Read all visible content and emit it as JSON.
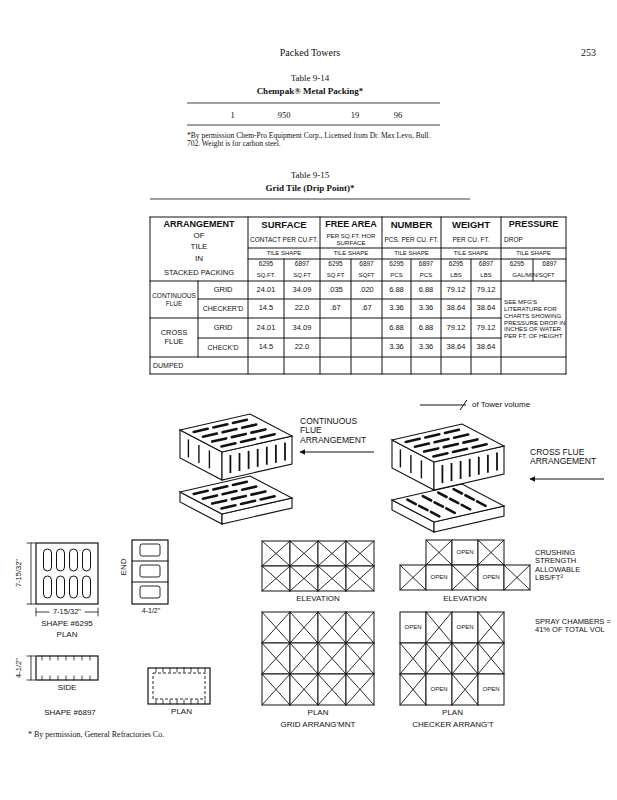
{
  "diagram": {
    "labels": [
      "Packed Towers",
      "253",
      "Table 9-14",
      "Chempak® Metal Packing*",
      "1",
      "950",
      "19",
      "96",
      "*By permission Chem-Pro Equipment Corp., Licensed from Dr. Max Levo, Bull. 702. Weight is for carbon steel.",
      "Table 9-15",
      "Grid Tile (Drip Point)*",
      "ARRANGEMENT",
      "OF",
      "TILE",
      "IN",
      "STACKED PACKING",
      "SURFACE",
      "CONTACT PER CU.FT.",
      "FREE AREA",
      "PER SQ.FT. HOR SURFACE",
      "NUMBER",
      "PCS. PER CU. FT.",
      "WEIGHT",
      "PER CU. FT.",
      "PRESSURE",
      "DROP",
      "TILE SHAPE",
      "TILE SHAPE",
      "TILE SHAPE",
      "TILE SHAPE",
      "TILE SHAPE",
      "6295",
      "6897",
      "6295",
      "6897",
      "6295",
      "6897",
      "6295",
      "6897",
      "6295",
      "6897",
      "SQ.FT.",
      "SQ.FT",
      "SQ FT",
      "SQFT",
      "PCS",
      "PCS",
      "LBS",
      "LBS",
      "GAL/MIN/SQFT",
      "CONTINUOUS FLUE",
      "GRID",
      "24.01",
      "34.09",
      ".035",
      ".020",
      "6.88",
      "6.88",
      "79.12",
      "79.12",
      "CHECKER'D",
      "14.5",
      "22.0",
      ".67",
      ".67",
      "3.36",
      "3.36",
      "38.64",
      "38.64",
      "SEE MFG'S LITERATURE FOR CHARTS SHOWING PRESSURE DROP IN INCHES OF WATER PER FT. OF HEIGHT",
      "CROSS FLUE",
      "GRID",
      "24.01",
      "34.09",
      "6.88",
      "6.88",
      "79.12",
      "79.12",
      "CHECK'D",
      "14.5",
      "22.0",
      "3.36",
      "3.36",
      "38.64",
      "38.64",
      "DUMPED",
      "of Tower volume",
      "CONTINUOUS FLUE ARRANGEMENT",
      "CROSS FLUE ARRANGEMENT",
      "7-15/32\"",
      "7-15/32\"",
      "SHAPE #6295",
      "PLAN",
      "4-1/2\"",
      "SIDE",
      "SHAPE #6897",
      "PLAN",
      "END",
      "4-1/2\"",
      "ELEVATION",
      "PLAN",
      "GRID ARRANG'MNT",
      "OPEN",
      "OPEN",
      "OPEN",
      "ELEVATION",
      "OPEN",
      "OPEN",
      "OPEN",
      "OPEN",
      "PLAN",
      "CHECKER ARRANG'T",
      "CRUSHING STRENGTH ALLOWABLE LBS/FT²",
      "SPRAY CHAMBERS = 41% OF TOTAL VOL",
      "* By permission, General Refractories Co."
    ]
  }
}
